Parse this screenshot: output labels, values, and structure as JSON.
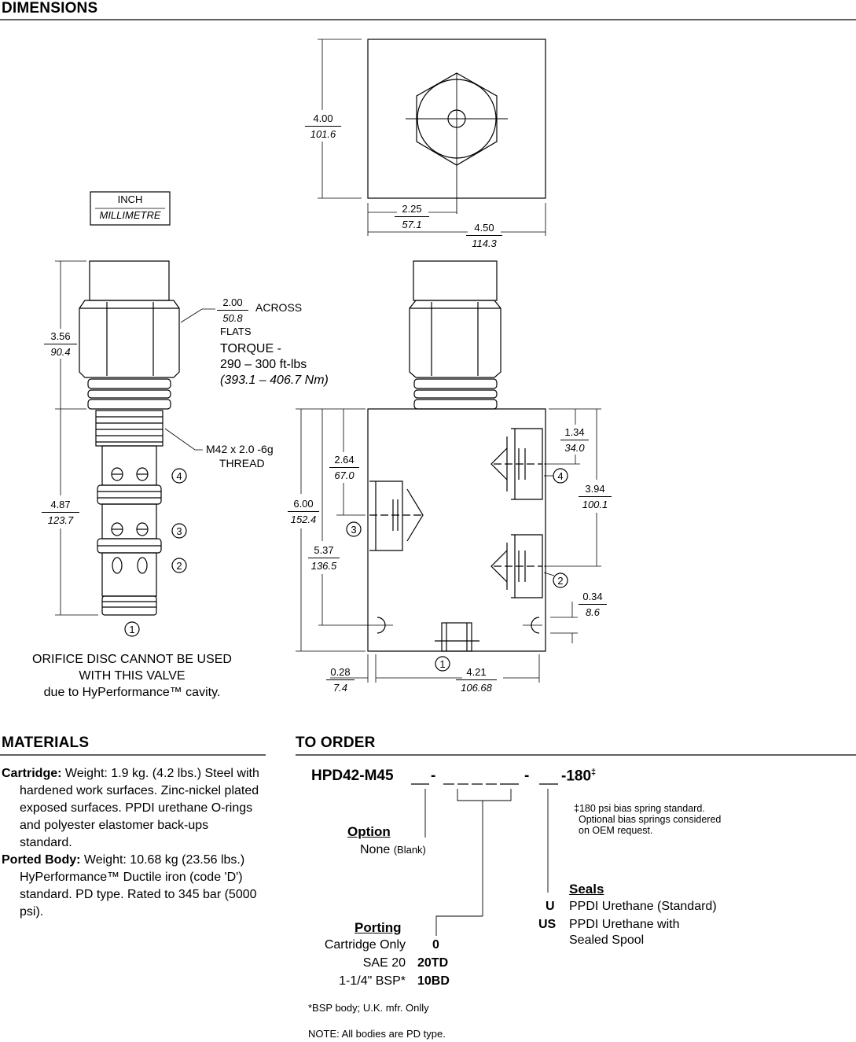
{
  "headings": {
    "dimensions": "DIMENSIONS",
    "materials": "MATERIALS",
    "to_order": "TO ORDER"
  },
  "legend": {
    "inch": "INCH",
    "millimetre": "MILLIMETRE"
  },
  "top_view": {
    "height": {
      "in": "4.00",
      "mm": "101.6"
    },
    "center": {
      "in": "2.25",
      "mm": "57.1"
    },
    "width": {
      "in": "4.50",
      "mm": "114.3"
    }
  },
  "cartridge": {
    "hex": {
      "in": "2.00",
      "mm": "50.8",
      "across": "ACROSS",
      "flats": "FLATS"
    },
    "torque": {
      "label": "TORQUE -",
      "ftlbs": "290 – 300 ft-lbs",
      "nm": "(393.1 – 406.7 Nm)"
    },
    "upper_len": {
      "in": "3.56",
      "mm": "90.4"
    },
    "lower_len": {
      "in": "4.87",
      "mm": "123.7"
    },
    "thread": {
      "spec": "M42 x 2.0 -6g",
      "word": "THREAD"
    },
    "ports": [
      "4",
      "3",
      "2",
      "1"
    ]
  },
  "body": {
    "h_total": {
      "in": "6.00",
      "mm": "152.4"
    },
    "port3": {
      "in": "2.64",
      "mm": "67.0"
    },
    "port2_left": {
      "in": "5.37",
      "mm": "136.5"
    },
    "port4": {
      "in": "1.34",
      "mm": "34.0"
    },
    "port2_right": {
      "in": "3.94",
      "mm": "100.1"
    },
    "hole_offset": {
      "in": "0.34",
      "mm": "8.6"
    },
    "hole_left": {
      "in": "0.28",
      "mm": "7.4"
    },
    "hole_span": {
      "in": "4.21",
      "mm": "106.68"
    },
    "ports": [
      "4",
      "3",
      "2",
      "1"
    ]
  },
  "orifice_note": [
    "ORIFICE DISC CANNOT BE USED",
    "WITH THIS VALVE",
    "due to HyPerformance™ cavity."
  ],
  "materials": {
    "cartridge_label": "Cartridge:",
    "cartridge_text": "Weight: 1.9 kg. (4.2 lbs.) Steel with hardened work surfaces. Zinc-nickel plated exposed surfaces. PPDI urethane O-rings and polyester elastomer back-ups standard.",
    "body_label": "Ported Body:",
    "body_text": "Weight: 10.68 kg (23.56 lbs.) HyPerformance™ Ductile iron (code 'D') standard. PD type. Rated to 345 bar (5000 psi)."
  },
  "order": {
    "model": "HPD42-M45",
    "suffix": "-180",
    "dagger": "‡",
    "spring_note": [
      "‡180 psi bias spring standard.",
      "Optional bias springs considered",
      "on OEM request."
    ],
    "option": {
      "title": "Option",
      "none": "None",
      "blank": "(Blank)"
    },
    "seals": {
      "title": "Seals",
      "items": [
        {
          "code": "U",
          "desc": "PPDI Urethane (Standard)"
        },
        {
          "code": "US",
          "desc": "PPDI Urethane with",
          "desc2": "Sealed Spool"
        }
      ]
    },
    "porting": {
      "title": "Porting",
      "items": [
        {
          "desc": "Cartridge Only",
          "code": "0"
        },
        {
          "desc": "SAE 20",
          "code": "20TD"
        },
        {
          "desc": "1-1/4\" BSP*",
          "code": "10BD"
        }
      ]
    },
    "bsp_note": "*BSP body; U.K. mfr. Onlly",
    "pd_note": "NOTE:  All bodies are PD type."
  }
}
